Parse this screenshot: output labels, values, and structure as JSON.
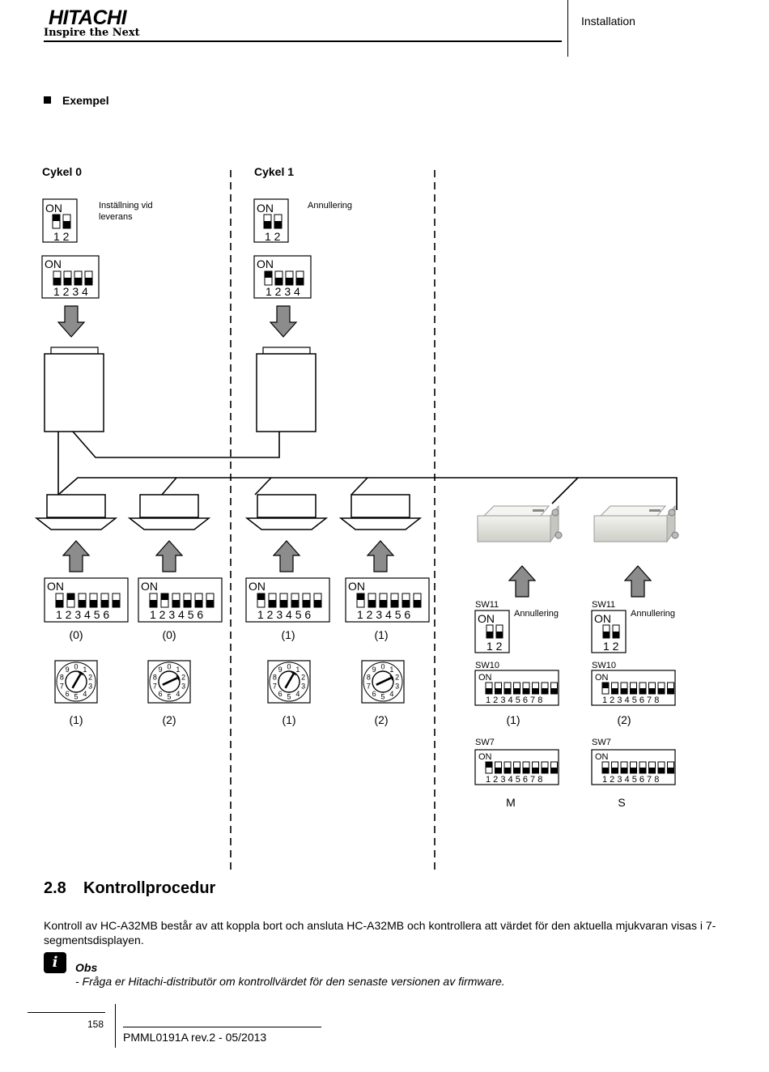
{
  "header": {
    "brand": "HITACHI",
    "tagline": "Inspire the Next",
    "section": "Installation"
  },
  "example": {
    "heading": "Exempel",
    "cycle0": "Cykel 0",
    "cycle1": "Cykel 1",
    "delivery_setting": "Inställning vid leverans",
    "cancel": "Annullering",
    "on": "ON",
    "dip2_numbers": "1 2",
    "dip4_numbers": "1 2 3 4",
    "dip6_numbers": "1 2 3 4 5 6",
    "dip8_numbers": "1 2 3 4 5 6 7 8",
    "sw11": "SW11",
    "sw10": "SW10",
    "sw7": "SW7",
    "dip_values": [
      "(0)",
      "(0)",
      "(1)",
      "(1)"
    ],
    "rotary_values": [
      "(1)",
      "(2)",
      "(1)",
      "(2)"
    ],
    "remote_values": [
      "(1)",
      "(2)"
    ],
    "master": "M",
    "slave": "S",
    "rotary_digits": [
      "0",
      "1",
      "2",
      "3",
      "4",
      "5",
      "6",
      "7",
      "8",
      "9"
    ]
  },
  "section": {
    "number": "2.8",
    "title": "Kontrollprocedur",
    "body": "Kontroll av HC-A32MB består av att koppla bort och ansluta HC-A32MB och kontrollera att värdet för den aktuella mjukvaran visas i 7-segmentsdisplayen.",
    "note_icon": "i",
    "note_title": "Obs",
    "note_text": "- Fråga er Hitachi-distributör om kontrollvärdet för den senaste versionen av firmware."
  },
  "footer": {
    "page": "158",
    "doc": "PMML0191A rev.2 - 05/2013"
  },
  "colors": {
    "arrow": "#8c8c8c",
    "module_body": "#e6e6e0"
  }
}
